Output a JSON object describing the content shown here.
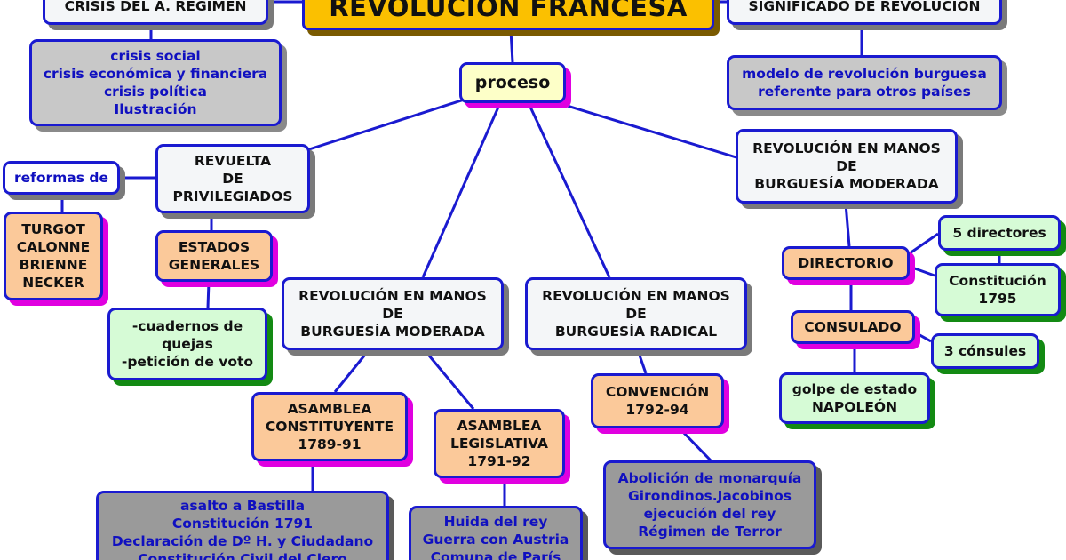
{
  "title": {
    "lines": [
      "REVOLUCIÓN FRANCESA"
    ]
  },
  "crisis": {
    "header": {
      "lines": [
        "CRISIS DEL A. RÉGIMEN"
      ]
    },
    "causes": {
      "lines": [
        "crisis social",
        "crisis económica y financiera",
        "crisis política",
        "Ilustración"
      ]
    }
  },
  "significado": {
    "header": {
      "lines": [
        "SIGNIFICADO DE REVOLUCIÓN"
      ]
    },
    "detail": {
      "lines": [
        "modelo de revolución burguesa",
        "referente para otros países"
      ]
    }
  },
  "proceso": {
    "lines": [
      "proceso"
    ]
  },
  "revuelta": {
    "header": {
      "lines": [
        "REVUELTA",
        "DE",
        "PRIVILEGIADOS"
      ]
    },
    "reformas_label": {
      "lines": [
        "reformas de"
      ]
    },
    "ministers": {
      "lines": [
        "TURGOT",
        "CALONNE",
        "BRIENNE",
        "NECKER"
      ]
    },
    "estados_generales": {
      "lines": [
        "ESTADOS",
        "GENERALES"
      ]
    },
    "cuadernos": {
      "lines": [
        "-cuadernos de",
        "quejas",
        "-petición de voto"
      ]
    }
  },
  "moderada_1": {
    "header": {
      "lines": [
        "REVOLUCIÓN EN MANOS",
        "DE",
        "BURGUESÍA MODERADA"
      ]
    },
    "constituyente": {
      "lines": [
        "ASAMBLEA",
        "CONSTITUYENTE",
        "1789-91"
      ]
    },
    "constituyente_events": {
      "lines": [
        "asalto a Bastilla",
        "Constitución 1791",
        "Declaración de Dº H. y Ciudadano",
        "Constitución Civil del Clero"
      ]
    },
    "legislativa": {
      "lines": [
        "ASAMBLEA",
        "LEGISLATIVA",
        "1791-92"
      ]
    },
    "legislativa_events": {
      "lines": [
        "Huida del rey",
        "Guerra con Austria",
        "Comuna de París"
      ]
    }
  },
  "radical": {
    "header": {
      "lines": [
        "REVOLUCIÓN EN MANOS",
        "DE",
        "BURGUESÍA RADICAL"
      ]
    },
    "convencion": {
      "lines": [
        "CONVENCIÓN",
        "1792-94"
      ]
    },
    "convencion_events": {
      "lines": [
        "Abolición de monarquía",
        "Girondinos.Jacobinos",
        "ejecución del rey",
        "Régimen de Terror"
      ]
    }
  },
  "moderada_2": {
    "header": {
      "lines": [
        "REVOLUCIÓN EN MANOS",
        "DE",
        "BURGUESÍA MODERADA"
      ]
    },
    "directorio": {
      "lines": [
        "DIRECTORIO"
      ]
    },
    "directores": {
      "lines": [
        "5 directores"
      ]
    },
    "constitucion_1795": {
      "lines": [
        "Constitución",
        "1795"
      ]
    },
    "consulado": {
      "lines": [
        "CONSULADO"
      ]
    },
    "consules": {
      "lines": [
        "3 cónsules"
      ]
    },
    "golpe": {
      "lines": [
        "golpe de estado",
        "NAPOLEÓN"
      ]
    }
  }
}
